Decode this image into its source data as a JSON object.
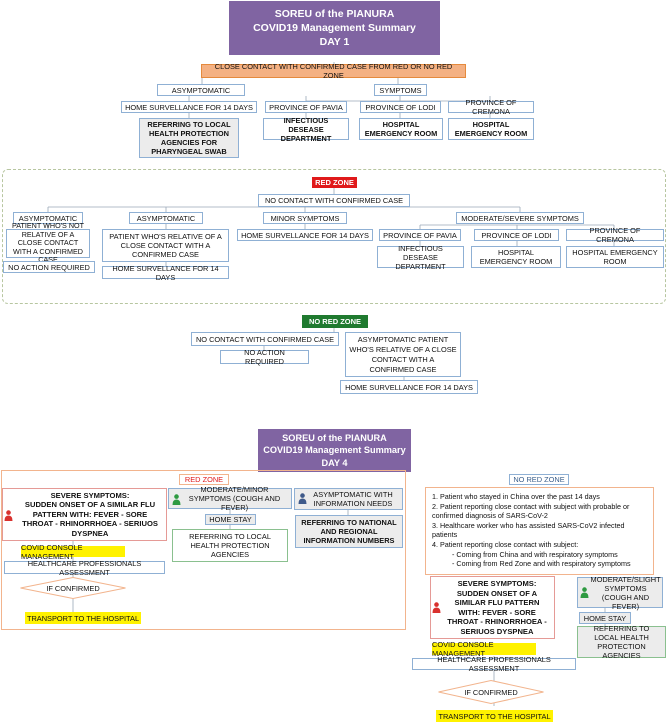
{
  "day1": {
    "title_line1": "SOREU of the PIANURA",
    "title_line2": "COVID19 Management Summary",
    "title_line3": "DAY 1",
    "top_banner": "CLOSE CONTACT WITH CONFIRMED CASE FROM RED OR NO RED ZONE",
    "asymptomatic": "ASYMPTOMATIC",
    "symptoms": "SYMPTOMS",
    "home_surveillance": "HOME SURVELLANCE FOR 14 DAYS",
    "referring_local": "REFERRING TO LOCAL HEALTH PROTECTION AGENCIES FOR PHARYNGEAL SWAB",
    "province_pavia": "PROVINCE OF PAVIA",
    "province_lodi": "PROVINCE OF LODI",
    "province_cremona": "PROVINCE OF CREMONA",
    "infectious_dept": "INFECTIOUS DESEASE DEPARTMENT",
    "hospital_er_lodi": "HOSPITAL EMERGENCY ROOM",
    "hospital_er_cremona": "HOSPITAL EMERGENCY ROOM",
    "red_zone": {
      "tag": "RED ZONE",
      "no_contact": "NO CONTACT WITH CONFIRMED CASE",
      "asymptomatic_a": "ASYMPTOMATIC",
      "asymptomatic_b": "ASYMPTOMATIC",
      "minor_symptoms": "MINOR SYMPTOMS",
      "moderate_severe": "MODERATE/SEVERE SYMPTOMS",
      "patient_not_relative": "PATIENT WHO'S NOT RELATIVE OF A CLOSE CONTACT WITH A CONFIRMED CASE",
      "patient_relative": "PATIENT WHO'S RELATIVE OF A CLOSE CONTACT WITH A CONFIRMED CASE",
      "home_surveillance_minor": "HOME SURVELLANCE FOR 14 DAYS",
      "home_surveillance_relative": "HOME SURVELLANCE FOR 14 DAYS",
      "no_action": "NO ACTION REQUIRED",
      "province_pavia": "PROVINCE OF PAVIA",
      "province_lodi": "PROVINCE OF LODI",
      "province_cremona": "PROVINCE OF CREMONA",
      "infectious_dept": "INFECTIOUS DESEASE DEPARTMENT",
      "hospital_er_lodi": "HOSPITAL EMERGENCY ROOM",
      "hospital_er_cremona": "HOSPITAL EMERGENCY ROOM"
    },
    "no_red_zone": {
      "tag": "NO RED ZONE",
      "no_contact": "NO CONTACT WITH CONFIRMED CASE",
      "no_action": "NO ACTION REQUIRED",
      "asymptomatic_patient": "ASYMPTOMATIC PATIENT WHO'S RELATIVE OF A CLOSE CONTACT WITH A CONFIRMED CASE",
      "home_surveillance": "HOME SURVELLANCE FOR 14 DAYS"
    }
  },
  "day4": {
    "title_line1": "SOREU of the PIANURA",
    "title_line2": "COVID19 Management Summary",
    "title_line3": "DAY 4",
    "red_zone": {
      "tag": "RED ZONE",
      "severe_title": "SEVERE SYMPTOMS:",
      "severe_body": "SUDDEN ONSET OF A SIMILAR FLU PATTERN WITH: FEVER - SORE THROAT - RHINORRHOEA - SERIUOS DYSPNEA",
      "moderate_minor": "MODERATE/MINOR SYMPTOMS (COUGH AND FEVER)",
      "asymptomatic_info": "ASYMPTOMATIC WITH INFORMATION NEEDS",
      "home_stay": "HOME STAY",
      "referring_local": "REFERRING TO LOCAL HEALTH PROTECTION AGENCIES",
      "referring_national": "REFERRING TO NATIONAL AND REGIONAL INFORMATION NUMBERS",
      "covid_console": "COVID CONSOLE MANAGEMENT",
      "hcp_assessment": "HEALTHCARE PROFESSIONALS ASSESSMENT",
      "if_confirmed": "IF CONFIRMED",
      "transport": "TRANSPORT TO THE HOSPITAL"
    },
    "no_red_zone": {
      "tag": "NO RED ZONE",
      "criteria": [
        "1. Patient who stayed in China over the past 14 days",
        "2. Patient reporting close contact with subject with probable or confirmed diagnosis of SARS-CoV-2",
        "3. Healthcare worker who has assisted SARS-CoV2 infected patients",
        "4. Patient reporting close contact with subject:",
        "- Coming from China and with respiratory symptoms",
        "- Coming from Red Zone and with respiratory symptoms"
      ],
      "severe_title": "SEVERE SYMPTOMS:",
      "severe_body": "SUDDEN ONSET OF A SIMILAR FLU PATTERN WITH: FEVER - SORE THROAT - RHINORRHOEA - SERIUOS DYSPNEA",
      "moderate_slight": "MODERATE/SLIGHT SYMPTOMS (COUGH AND FEVER)",
      "home_stay": "HOME STAY",
      "referring_local": "REFERRING TO LOCAL HEALTH PROTECTION AGENCIES",
      "covid_console": "COVID CONSOLE MANAGEMENT",
      "hcp_assessment": "HEALTHCARE PROFESSIONALS ASSESSMENT",
      "if_confirmed": "IF CONFIRMED",
      "transport": "TRANSPORT TO THE HOSPITAL"
    }
  },
  "colors": {
    "title_purple": "#8064a2",
    "banner_orange": "#f4b183",
    "red_tag": "#e0191b",
    "green_tag": "#1f7a2f",
    "highlight_yellow": "#fff200",
    "box_border_blue": "#8fb0d4"
  },
  "icons": [
    "person-red-icon",
    "person-green-icon",
    "person-blue-icon"
  ]
}
